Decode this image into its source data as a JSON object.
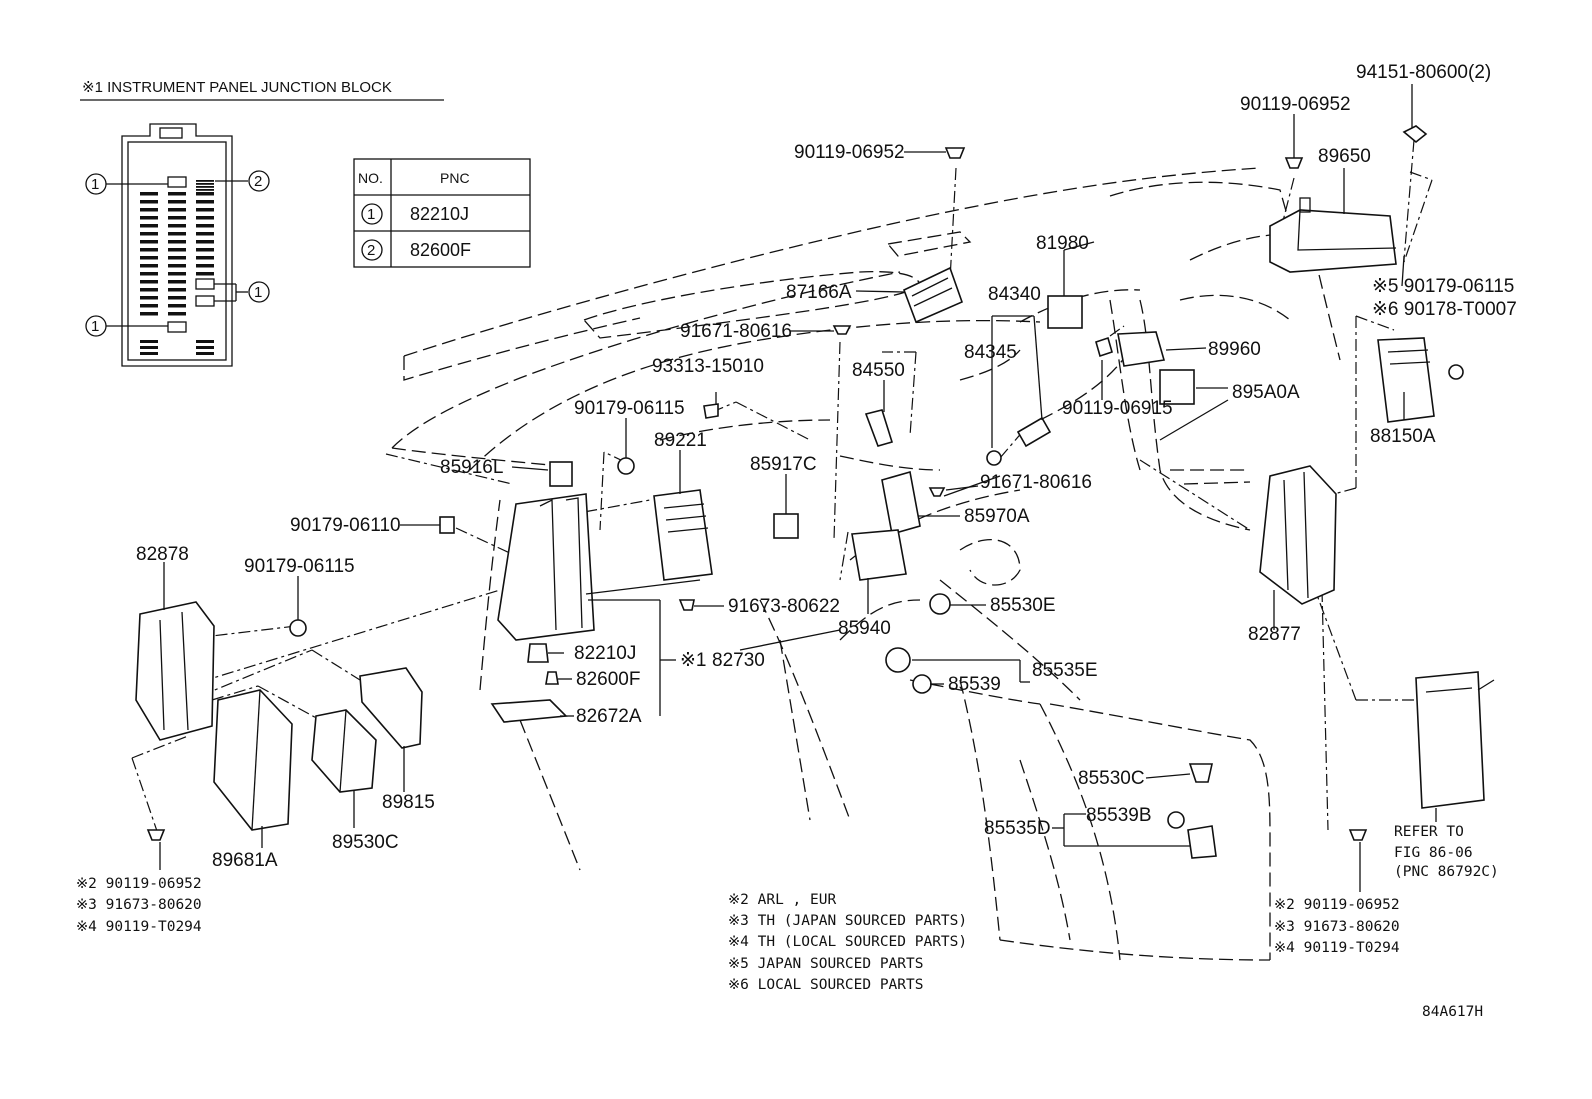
{
  "junction_block": {
    "title": "※1 INSTRUMENT PANEL JUNCTION BLOCK",
    "table": {
      "headers": [
        "NO.",
        "PNC"
      ],
      "rows": [
        {
          "no": "1",
          "pnc": "82210J"
        },
        {
          "no": "2",
          "pnc": "82600F"
        }
      ]
    },
    "callouts": [
      "1",
      "2",
      "1",
      "1"
    ]
  },
  "part_labels": {
    "p94151": "94151-80600(2)",
    "p90119_top": "90119-06952",
    "p90119_mid": "90119-06952",
    "p89650": "89650",
    "p81980": "81980",
    "p90179_06115_r": "※5 90179-06115",
    "p90178": "※6 90178-T0007",
    "p87166A": "87166A",
    "p84340": "84340",
    "p91671_a": "91671-80616",
    "p89960": "89960",
    "p84345": "84345",
    "p93313": "93313-15010",
    "p84550": "84550",
    "p90119_06915": "90119-06915",
    "p895A0A": "895A0A",
    "p88150A": "88150A",
    "p90179_06115_a": "90179-06115",
    "p89221": "89221",
    "p85917C": "85917C",
    "p85916L": "85916L",
    "p91671_b": "91671-80616",
    "p85970A": "85970A",
    "p90179_06110": "90179-06110",
    "p82878": "82878",
    "p90179_06115_b": "90179-06115",
    "p91673_80622": "91673-80622",
    "p85530E": "85530E",
    "p85940": "85940",
    "p82730": "82730",
    "p82877": "82877",
    "p82210J": "82210J",
    "ref1": "※1",
    "p85535E": "85535E",
    "p85539": "85539",
    "p82600F": "82600F",
    "p82672A": "82672A",
    "p85530C": "85530C",
    "p89815": "89815",
    "p85539B": "85539B",
    "p85535D": "85535D",
    "p89530C": "89530C",
    "p89681A": "89681A"
  },
  "left_notes": [
    "※2 90119-06952",
    "※3 91673-80620",
    "※4 90119-T0294"
  ],
  "center_notes": [
    "※2 ARL , EUR",
    "※3 TH (JAPAN SOURCED PARTS)",
    "※4 TH (LOCAL SOURCED PARTS)",
    "※5  JAPAN SOURCED PARTS",
    "※6  LOCAL SOURCED PARTS"
  ],
  "right_notes": [
    "※2 90119-06952",
    "※3 91673-80620",
    "※4 90119-T0294"
  ],
  "refer": [
    "REFER TO",
    "FIG 86-06",
    "(PNC 86792C)"
  ],
  "figure_code": "84A617H"
}
